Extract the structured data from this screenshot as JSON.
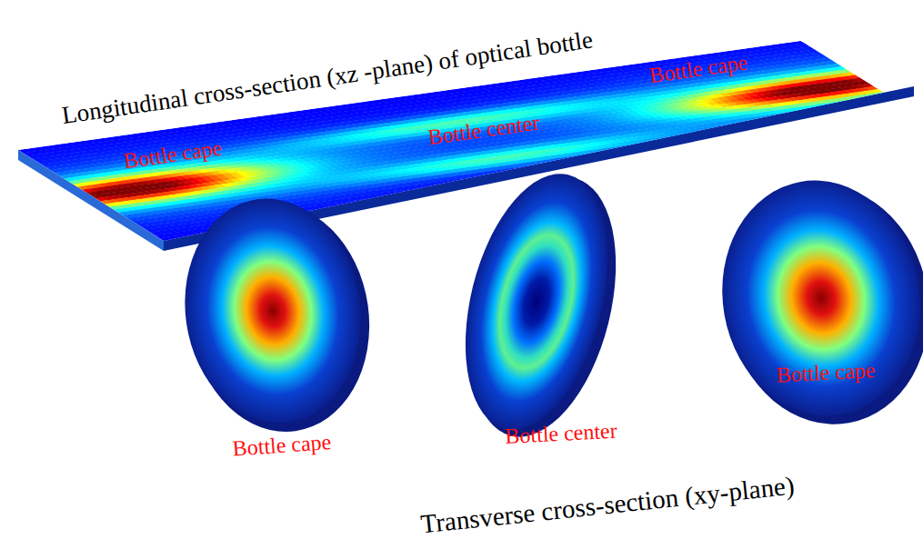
{
  "diagram": {
    "labels": [
      "Longitudinal cross-section (xz -plane) of optical bottle",
      "Bottle cape",
      "Bottle center",
      "Bottle cape",
      "Bottle cape",
      "Bottle center",
      "Bottle cape",
      "Transverse cross-section (xy-plane)"
    ]
  }
}
